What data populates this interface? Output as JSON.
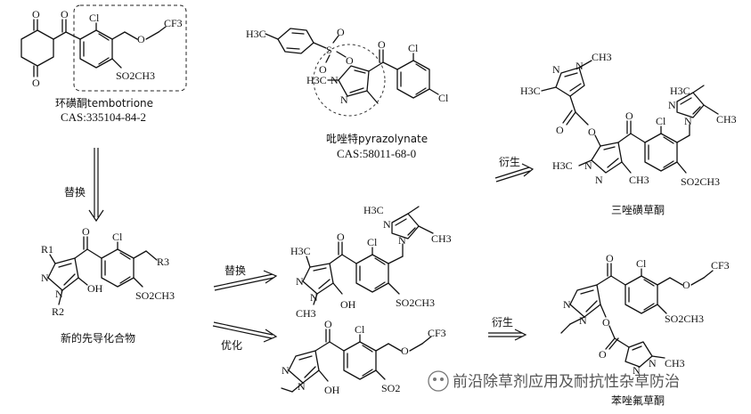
{
  "compounds": {
    "tembotrione": {
      "name": "环磺酮tembotrione",
      "cas": "CAS:335104-84-2",
      "atoms": {
        "o1": "O",
        "o2": "O",
        "o3": "O",
        "cl": "Cl",
        "o_ether": "O",
        "cf3": "CF3",
        "so2": "SO2CH3"
      }
    },
    "pyrazolynate": {
      "name": "吡唑特pyrazolynate",
      "cas": "CAS:58011-68-0",
      "atoms": {
        "h3c": "H3C",
        "s": "S",
        "o_s1": "O",
        "o_s2": "O",
        "o_link": "O",
        "o_co": "O",
        "h3c_n": "H3C",
        "n1": "N",
        "n2": "N",
        "cl1": "Cl",
        "cl2": "Cl"
      }
    },
    "lead": {
      "name": "新的先导化合物",
      "atoms": {
        "r1": "R1",
        "r2": "R2",
        "r3": "R3",
        "o": "O",
        "cl": "Cl",
        "n1": "N",
        "n2": "N",
        "oh": "OH",
        "so2": "SO2CH3"
      }
    },
    "mid_top": {
      "atoms": {
        "h3c": "H3C",
        "o": "O",
        "cl": "Cl",
        "n1": "N",
        "n2": "N",
        "ch3_n": "CH3",
        "oh": "OH",
        "so2": "SO2CH3",
        "pz_n1": "N",
        "pz_n2": "N",
        "pz_ch3a": "CH3",
        "pz_h3c": "H3C"
      }
    },
    "mid_bottom": {
      "atoms": {
        "o": "O",
        "cl": "Cl",
        "o_ether": "O",
        "cf3": "CF3",
        "n1": "N",
        "n2": "N",
        "oh": "OH",
        "so2": "SO2"
      }
    },
    "tripyrasulfone": {
      "name": "三唑磺草酮",
      "atoms": {
        "ch3_top": "CH3",
        "h3c_left": "H3C",
        "n1": "N",
        "n2": "N",
        "o_ester": "O",
        "o_link": "O",
        "o_co": "O",
        "cl": "Cl",
        "h3c_n": "H3C",
        "n3": "N",
        "n4": "N",
        "ch3_b": "CH3",
        "pz_h3c": "H3C",
        "pz_ch3": "CH3",
        "pz_n1": "N",
        "pz_n2": "N",
        "so2": "SO2CH3"
      }
    },
    "product2": {
      "name": "苯唑氟草酮",
      "atoms": {
        "o_co": "O",
        "cl": "Cl",
        "o_ether": "O",
        "cf3": "CF3",
        "n1": "N",
        "n2": "N",
        "o_link": "O",
        "so2": "SO2CH3",
        "o_ester": "O",
        "n3": "N",
        "n4": "N",
        "ch3": "CH3"
      }
    }
  },
  "arrows": {
    "replace_down": "替换",
    "replace_right": "替换",
    "optimize": "优化",
    "derive_top": "衍生",
    "derive_bottom": "衍生"
  },
  "watermark": "前沿除草剂应用及耐抗性杂草防治"
}
